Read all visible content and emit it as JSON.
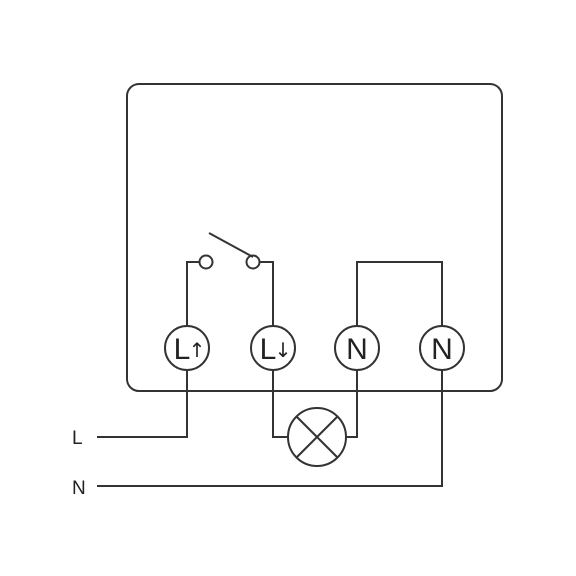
{
  "line_labels": {
    "live": "L",
    "neutral": "N"
  },
  "terminals": [
    {
      "letter": "L",
      "arrow": "↑"
    },
    {
      "letter": "L",
      "arrow": "↓"
    },
    {
      "letter": "N",
      "arrow": ""
    },
    {
      "letter": "N",
      "arrow": ""
    }
  ],
  "colors": {
    "stroke": "#333333",
    "text": "#222222",
    "background": "#ffffff"
  },
  "symbols": {
    "switch": "switch-icon",
    "lamp": "lamp-icon"
  }
}
